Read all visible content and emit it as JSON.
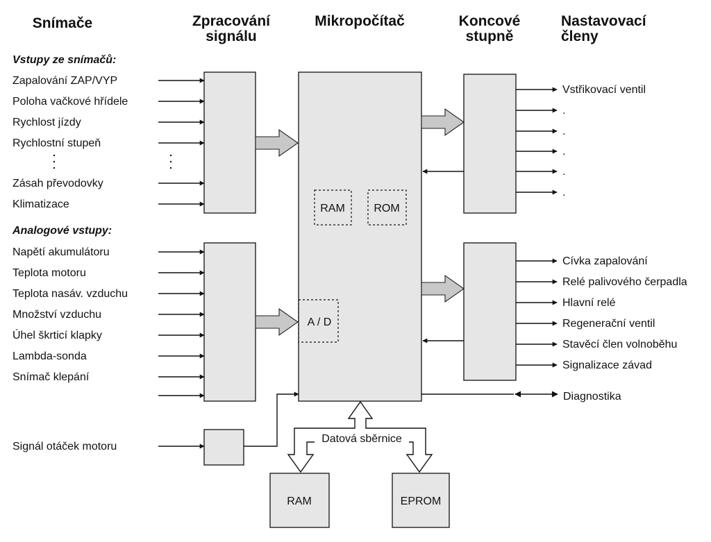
{
  "headers": {
    "snimace": "Snímače",
    "zpracovani_1": "Zpracování",
    "zpracovani_2": "signálu",
    "mikropocitac": "Mikropočítač",
    "koncove_1": "Koncové",
    "koncove_2": "stupně",
    "nastavovaci_1": "Nastavovací",
    "nastavovaci_2": "členy"
  },
  "inputs": {
    "digital_title": "Vstupy ze snímačů:",
    "digital": [
      "Zapalování ZAP/VYP",
      "Poloha vačkové hřídele",
      "Rychlost jízdy",
      "Rychlostní stupeň",
      "Zásah převodovky",
      "Klimatizace"
    ],
    "analog_title": "Analogové vstupy:",
    "analog": [
      "Napětí akumulátoru",
      "Teplota motoru",
      "Teplota nasáv. vzduchu",
      "Množství vzduchu",
      "Úhel škrticí klapky",
      "Lambda-sonda",
      "Snímač klepání"
    ],
    "rpm": "Signál otáček motoru"
  },
  "micro": {
    "ram": "RAM",
    "rom": "ROM",
    "ad": "A / D"
  },
  "outputs": {
    "group1": [
      "Vstřikovací ventil",
      ".",
      ".",
      ".",
      ".",
      "."
    ],
    "group2": [
      "Cívka zapalování",
      "Relé palivového čerpadla",
      "Hlavní relé",
      "Regenerační ventil",
      "Stavěcí člen volnoběhu",
      "Signalizace závad"
    ],
    "diag": "Diagnostika"
  },
  "bus": {
    "label": "Datová sběrnice",
    "ram": "RAM",
    "eprom": "EPROM"
  }
}
